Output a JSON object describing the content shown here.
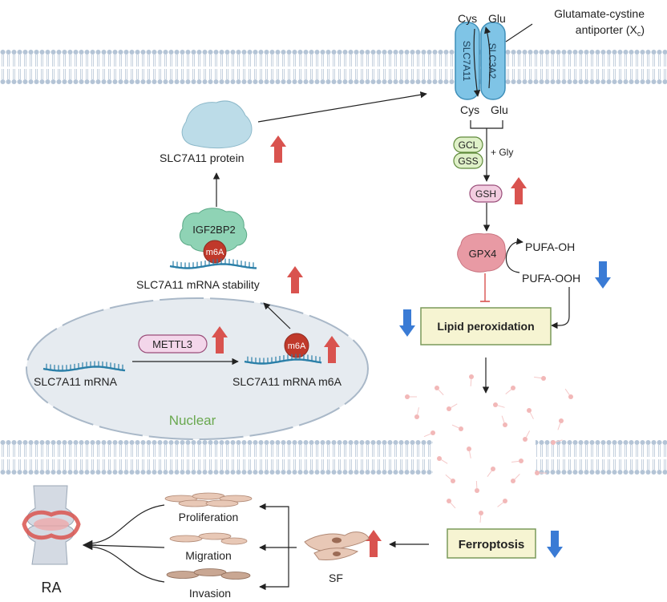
{
  "transporter": {
    "cys_out": "Cys",
    "glu_out": "Glu",
    "cys_in": "Cys",
    "glu_in": "Glu",
    "subunit_left": "SLC7A11",
    "subunit_right": "SLC3A2",
    "name_line1": "Glutamate-cystine",
    "name_line2": "antiporter (X",
    "name_sub": "c",
    "name_close": ")"
  },
  "synthesis": {
    "gcl": "GCL",
    "gss": "GSS",
    "gly": "+ Gly",
    "gsh": "GSH"
  },
  "gpx": {
    "enzyme": "GPX4",
    "product": "PUFA-OH",
    "substrate": "PUFA-OOH"
  },
  "lipid_box": "Lipid peroxidation",
  "protein_label": "SLC7A11 protein",
  "reader": "IGF2BP2",
  "m6a": "m6A",
  "stability_label": "SLC7A11 mRNA stability",
  "nucleus": {
    "label": "Nuclear",
    "mrna": "SLC7A11 mRNA",
    "writer": "METTL3",
    "mrna_m6a": "SLC7A11 mRNA m6A"
  },
  "ferroptosis": "Ferroptosis",
  "sf": "SF",
  "phenotypes": [
    "Proliferation",
    "Migration",
    "Invasion"
  ],
  "disease": "RA",
  "colors": {
    "up_arrow": "#d9534f",
    "down_arrow": "#3a7bd5",
    "membrane": "#a8b9cc",
    "nucleus_fill": "#e6ebf0",
    "nucleus_text": "#6aa84f",
    "box_fill": "#f6f4d2",
    "box_border": "#7a9a5a",
    "inhibit": "#d9534f"
  }
}
